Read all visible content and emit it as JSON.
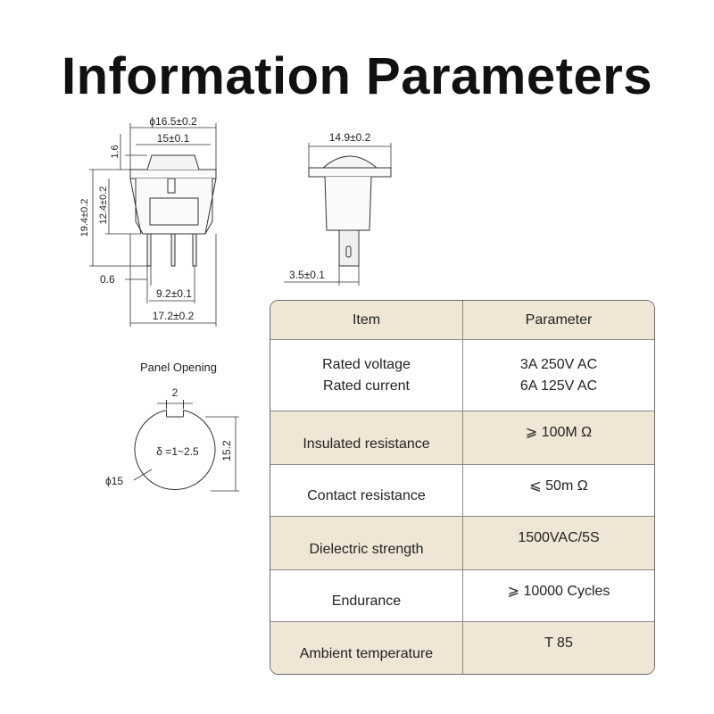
{
  "page": {
    "title": "Information Parameters"
  },
  "drawing_labels": {
    "front_outer_diameter": "ϕ16.5±0.2",
    "front_inner_width": "15±0.1",
    "rocker_height": "1.6",
    "total_height": "19.4±0.2",
    "body_height": "12.4±0.2",
    "pin_thickness": "0.6",
    "pin_spacing": "9.2±0.1",
    "bottom_width": "17.2±0.2",
    "side_width": "14.9±0.2",
    "terminal_width": "3.5±0.1",
    "panel_title": "Panel Opening",
    "notch_width": "2",
    "panel_thickness": "δ =1~2.5",
    "opening_height": "15.2",
    "opening_diameter": "ϕ15"
  },
  "table": {
    "header": {
      "item": "Item",
      "parameter": "Parameter"
    },
    "rows": [
      {
        "item_lines": [
          "Rated voltage",
          "Rated current"
        ],
        "param_lines": [
          "3A   250V AC",
          "6A   125V AC"
        ]
      },
      {
        "item_lines": [
          "Insulated resistance"
        ],
        "param_lines": [
          "⩾ 100M Ω"
        ]
      },
      {
        "item_lines": [
          "Contact resistance"
        ],
        "param_lines": [
          "⩽ 50m Ω"
        ]
      },
      {
        "item_lines": [
          "Dielectric strength"
        ],
        "param_lines": [
          "1500VAC/5S"
        ]
      },
      {
        "item_lines": [
          "Endurance"
        ],
        "param_lines": [
          "⩾ 10000 Cycles"
        ]
      },
      {
        "item_lines": [
          "Ambient temperature"
        ],
        "param_lines": [
          "T 85"
        ]
      }
    ]
  }
}
